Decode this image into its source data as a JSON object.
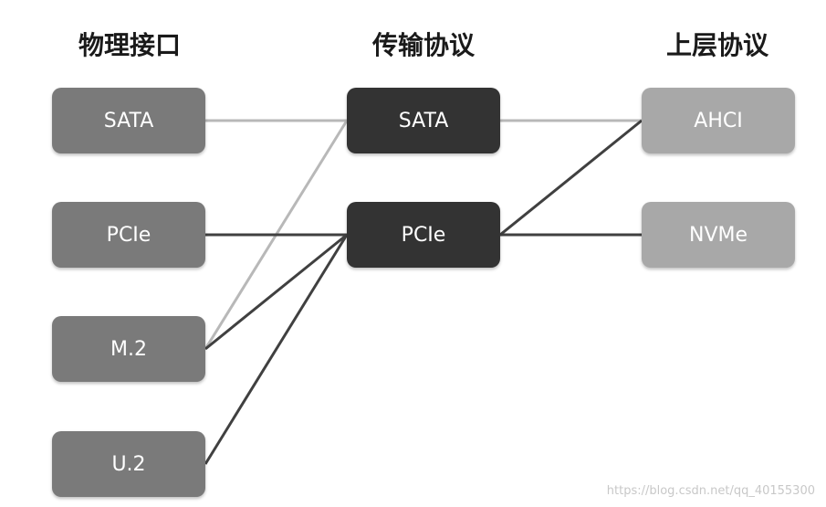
{
  "columns": {
    "physical": "物理接口",
    "transport": "传输协议",
    "upper": "上层协议"
  },
  "physical_nodes": [
    "SATA",
    "PCIe",
    "M.2",
    "U.2"
  ],
  "transport_nodes": [
    "SATA",
    "PCIe"
  ],
  "upper_nodes": [
    "AHCI",
    "NVMe"
  ],
  "links": [
    {
      "from": "SATA",
      "to": "SATA",
      "stage": "physical-transport",
      "color": "#b0b0b0"
    },
    {
      "from": "M.2",
      "to": "SATA",
      "stage": "physical-transport",
      "color": "#b0b0b0"
    },
    {
      "from": "PCIe",
      "to": "PCIe",
      "stage": "physical-transport",
      "color": "#404040"
    },
    {
      "from": "M.2",
      "to": "PCIe",
      "stage": "physical-transport",
      "color": "#404040"
    },
    {
      "from": "U.2",
      "to": "PCIe",
      "stage": "physical-transport",
      "color": "#404040"
    },
    {
      "from": "SATA",
      "to": "AHCI",
      "stage": "transport-upper",
      "color": "#b0b0b0"
    },
    {
      "from": "PCIe",
      "to": "AHCI",
      "stage": "transport-upper",
      "color": "#404040"
    },
    {
      "from": "PCIe",
      "to": "NVMe",
      "stage": "transport-upper",
      "color": "#404040"
    }
  ],
  "colors": {
    "physical_box": "#7a7a7a",
    "transport_box": "#333333",
    "upper_box": "#a8a8a8"
  },
  "watermark": "https://blog.csdn.net/qq_40155300"
}
